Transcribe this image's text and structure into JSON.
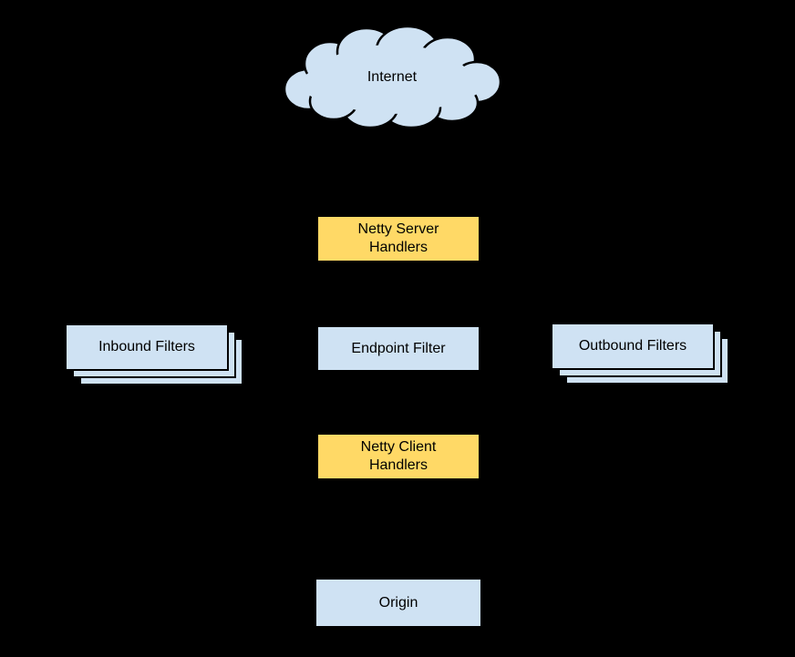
{
  "diagram": {
    "background_color": "#000000",
    "colors": {
      "node_blue": "#cfe2f3",
      "node_yellow": "#ffd966",
      "border": "#000000",
      "text": "#000000"
    },
    "nodes": {
      "internet": {
        "label": "Internet",
        "shape": "cloud"
      },
      "netty_server_handlers": {
        "label": "Netty Server\nHandlers"
      },
      "inbound_filters": {
        "label": "Inbound Filters",
        "stacked": true
      },
      "endpoint_filter": {
        "label": "Endpoint Filter"
      },
      "outbound_filters": {
        "label": "Outbound Filters",
        "stacked": true
      },
      "netty_client_handlers": {
        "label": "Netty Client\nHandlers"
      },
      "origin": {
        "label": "Origin"
      }
    }
  }
}
